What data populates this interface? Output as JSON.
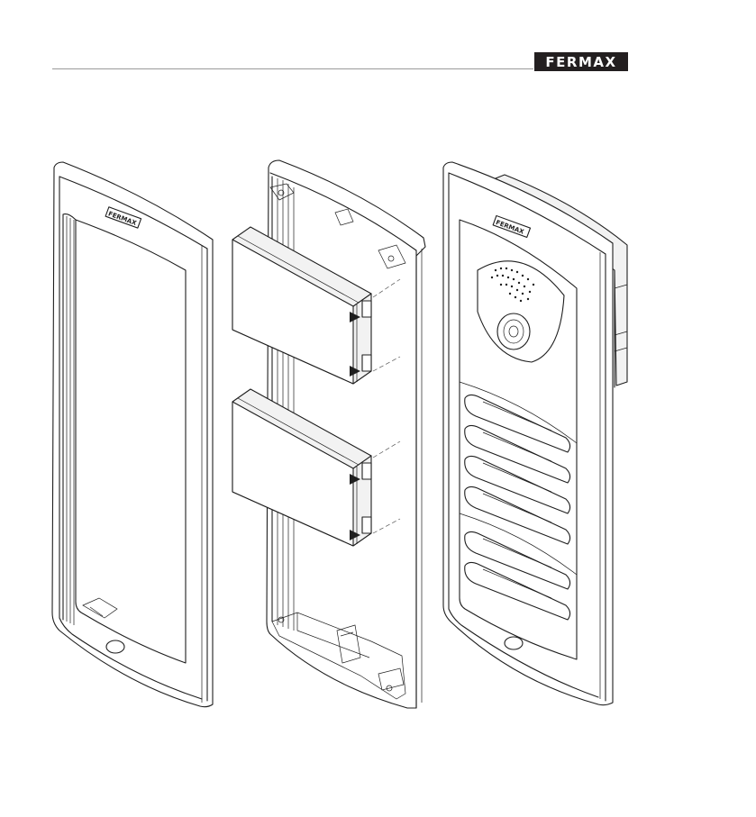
{
  "header": {
    "brand_logo": "FERMAX"
  },
  "illustration": {
    "front_frame_logo": "FERMAX",
    "panel_logo": "FERMAX",
    "panel_button_count": 6,
    "module_count": 2
  },
  "colors": {
    "ink": "#1e1e1e",
    "logo_background": "#231f20",
    "rule": "#9a9a9a"
  }
}
